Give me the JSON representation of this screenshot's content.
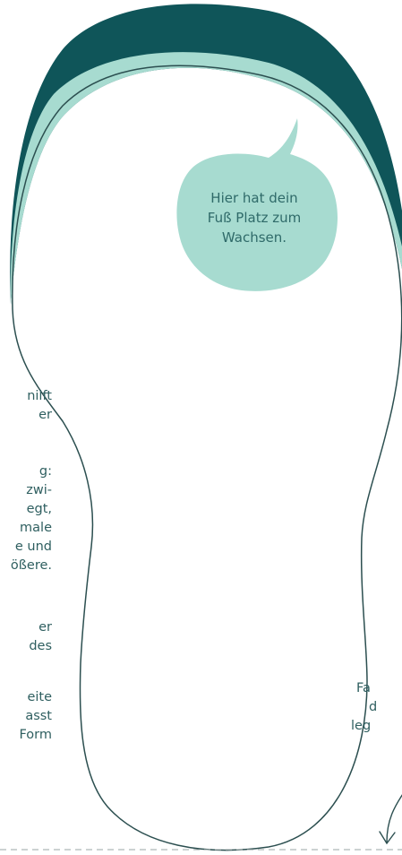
{
  "colors": {
    "outer_band": "#0f5559",
    "inner_band": "#a7dbd0",
    "outline": "#2c4f50",
    "bubble": "#a7dbd0",
    "text": "#2f5f60"
  },
  "bubble": {
    "lines": [
      "Hier hat dein",
      "Fuß Platz zum",
      "Wachsen."
    ]
  },
  "left_text": {
    "p1": [
      "nilft",
      "er"
    ],
    "p2": [
      "g:",
      "zwi-",
      "egt,",
      "male",
      "e und",
      "ößere."
    ],
    "p3": [
      "er",
      "des"
    ],
    "p4": [
      "eite",
      "asst",
      "Form"
    ]
  },
  "right_text": {
    "lines": [
      "Fa",
      "d",
      "leg"
    ]
  },
  "icons": {
    "arrow": "curved-arrow-icon"
  }
}
